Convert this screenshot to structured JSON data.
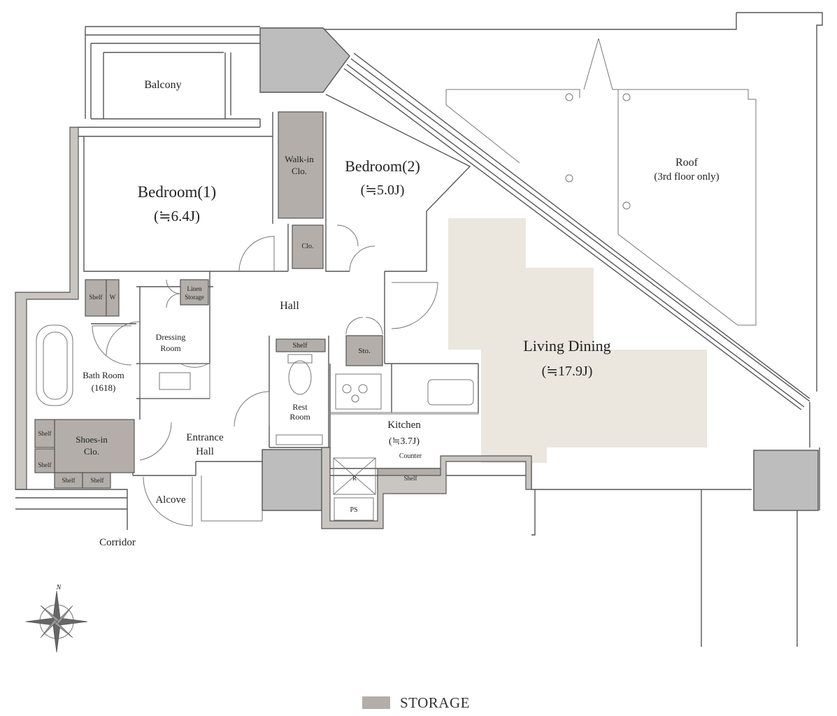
{
  "rooms": {
    "balcony": "Balcony",
    "bedroom1": "Bedroom(1)",
    "bedroom1_area": "(≒6.4J)",
    "bedroom2": "Bedroom(2)",
    "bedroom2_area": "(≒5.0J)",
    "walkin1": "Walk-in",
    "walkin2": "Clo.",
    "clo": "Clo.",
    "roof1": "Roof",
    "roof2": "(3rd floor only)",
    "hall": "Hall",
    "linen1": "Linen",
    "linen2": "Storage",
    "shelf": "Shelf",
    "w": "W",
    "dressing1": "Dressing",
    "dressing2": "Room",
    "bath1": "Bath Room",
    "bath2": "(1618)",
    "sto": "Sto.",
    "rest1": "Rest",
    "rest2": "Room",
    "living": "Living Dining",
    "living_area": "(≒17.9J)",
    "kitchen": "Kitchen",
    "kitchen_area": "(≒3.7J)",
    "counter": "Counter",
    "shoes1": "Shoes-in",
    "shoes2": "Clo.",
    "entrance1": "Entrance",
    "entrance2": "Hall",
    "alcove": "Alcove",
    "corridor": "Corridor",
    "r": "R",
    "ps": "PS"
  },
  "compass": {
    "north": "N"
  },
  "legend": {
    "storage_label": "STORAGE",
    "storage_color": "#b3aea9"
  },
  "colors": {
    "living_floor": "#ebe7df",
    "storage": "#b3aea9",
    "core_storage": "#bdbdbd"
  }
}
